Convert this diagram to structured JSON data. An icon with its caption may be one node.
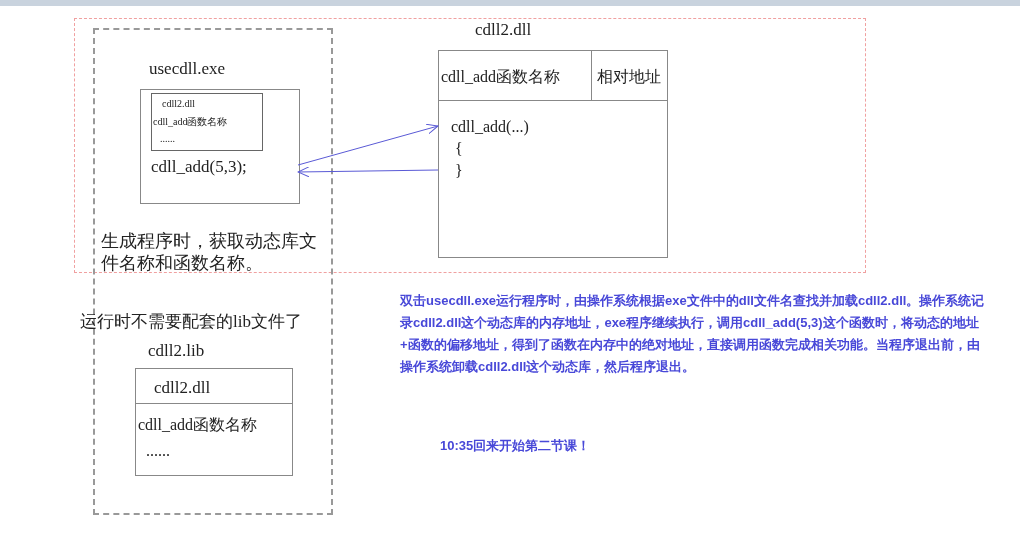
{
  "diagram": {
    "nodes": [
      {
        "text": [
          "生成程序时，获取动态库文件名称和函数名称。",
          "运行时不需要配套的lib文件了"
        ]
      },
      {
        "text": [
          "usecdll.exe",
          "cdll_add(5,3);"
        ],
        "in": 0
      },
      {
        "text": [
          "cdll2.dll",
          "cdll_add函数名称",
          "......"
        ],
        "in": 1
      },
      {
        "text": [
          "cdll2.lib",
          "cdll2.dll",
          "cdll_add函数名称",
          "......"
        ],
        "in": 0
      },
      {
        "text": [
          "cdll2.dll",
          "cdll_add函数名称",
          "相对地址",
          "cdll_add(...)",
          "{",
          "}"
        ]
      }
    ],
    "edges": [
      {
        "from": 1,
        "to": 4,
        "arrow": "to"
      },
      {
        "from": 4,
        "to": 1,
        "arrow": "to"
      }
    ],
    "labels": [
      "双击usecdll.exe运行程序时，由操作系统根据exe文件中的dll文件名查找并加载cdll2.dll。操作系统记录cdll2.dll这个动态库的内存地址，exe程序继续执行，调用cdll_add(5,3)这个函数时，将动态的地址+函数的偏移地址，得到了函数在内存中的绝对地址，直接调用函数完成相关功能。当程序退出前，由操作系统卸载cdll2.dll这个动态库，然后程序退出。",
      "10:35回来开始第二节课！"
    ]
  }
}
